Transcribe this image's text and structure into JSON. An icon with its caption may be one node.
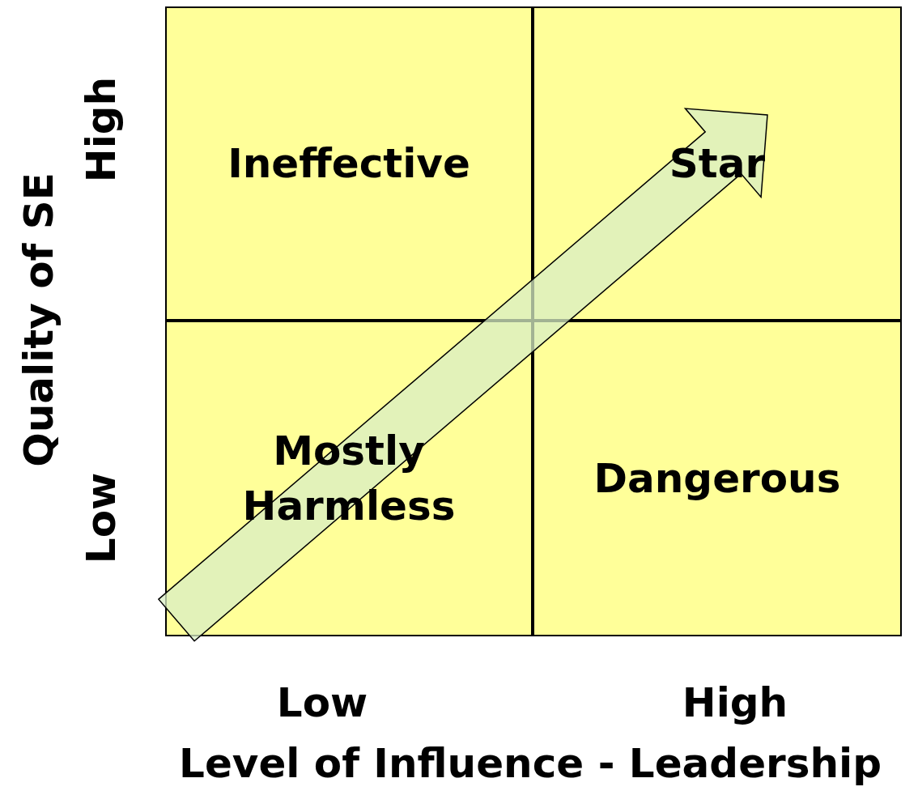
{
  "diagram": {
    "nodes": [
      {
        "text": [
          "Ineffective"
        ]
      },
      {
        "text": [
          "Star"
        ]
      },
      {
        "text": [
          "Mostly Harmless"
        ]
      },
      {
        "text": [
          "Dangerous"
        ]
      }
    ],
    "edges": [
      {
        "from": 2,
        "to": 1,
        "arrow": "to"
      }
    ],
    "labels": [
      "Quality of SE",
      "High",
      "Low",
      "Low",
      "High",
      "Level of Influence - Leadership"
    ]
  }
}
